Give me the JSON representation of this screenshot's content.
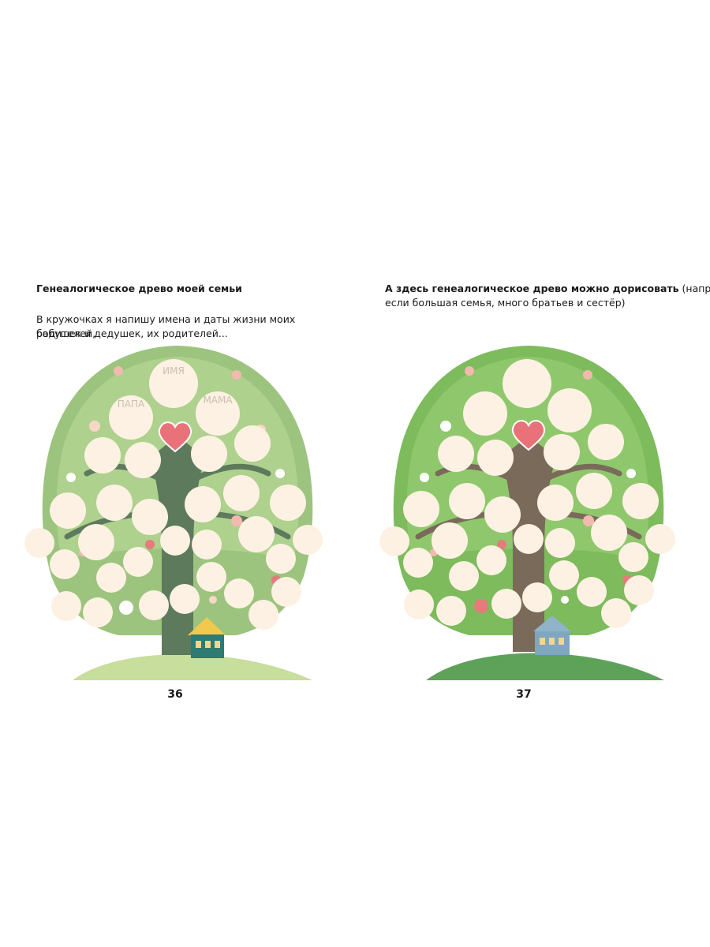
{
  "left_page": {
    "title": "Генеалогическое древо моей семьи",
    "intro_line1": "В кружочках я напишу имена и даты жизни моих родителей,",
    "intro_line2": "бабушек и дедушек, их родителей...",
    "labels": {
      "name": "ИМЯ",
      "dad": "ПАПА",
      "mom": "МАМА"
    },
    "page_number": "36",
    "colors": {
      "crown": "#9cc47e",
      "trunk": "#5e7a5c",
      "ground": "#c8de9c",
      "circle": "#fdf1e3",
      "heart": "#e9727a"
    }
  },
  "right_page": {
    "title_bold": "А здесь генеалогическое древо можно дорисовать",
    "title_rest": " (например,",
    "line2": "если большая семья, много братьев и сестёр)",
    "page_number": "37",
    "colors": {
      "crown": "#7dbb5c",
      "trunk": "#7a6a5a",
      "ground": "#5ea25a",
      "circle": "#fdf1e3",
      "heart": "#e9727a"
    }
  }
}
